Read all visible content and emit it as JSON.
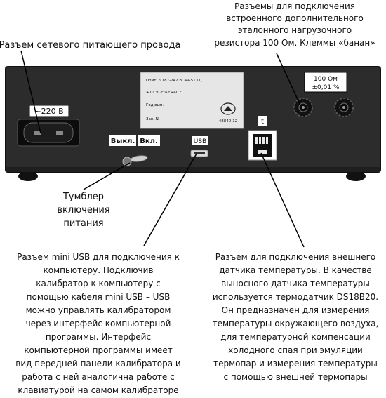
{
  "callouts": {
    "power_cable": "Разъем сетевого питающего провода",
    "reference_resistor": [
      "Разъемы для подключения",
      "встроенного дополнительного",
      "эталонного нагрузочного",
      "резистора 100 Ом. Клеммы «банан»"
    ],
    "toggle_switch": [
      "Тумблер",
      "включения",
      "питания"
    ],
    "mini_usb": [
      "Разъем mini USB для подключения к",
      "компьютеру. Подключив",
      "калибратор к компьютеру с",
      "помощью кабеля mini USB – USB",
      "можно управлять калибратором",
      "через интерфейс компьютерной",
      "программы. Интерфейс",
      "компьютерной программы имеет",
      "вид передней панели калибратора и",
      "работа с ней аналогична работе с",
      "клавиатурой на самом калибраторе"
    ],
    "temp_sensor": [
      "Разъем для подключения внешнего",
      "датчика температуры. В качестве",
      "выносного датчика температуры",
      "используется термодатчик DS18B20.",
      "Он предназначен для измерения",
      "температуры окружающего воздуха,",
      "для температурной компенсации",
      "холодного спая при эмуляции",
      "термопар и измерения температуры",
      "с помощью внешней термопары"
    ]
  },
  "panel": {
    "power_label": "~220 В",
    "switch_off": "Выкл.",
    "switch_on": "Вкл.",
    "usb_label": "USB",
    "t_label": "t",
    "resistor_label": [
      "100 Ом",
      "±0,01 %"
    ],
    "plate": {
      "supply": "Uпит: ~187-242 В, 49-51 Гц",
      "temperature": "+10 °C<ta<+40 °C",
      "year": "Год вып.___________",
      "serial": "Зав. №_______________",
      "cert": "48840-12"
    }
  },
  "colors": {
    "panel": "#2c2c2c",
    "panel_edge": "#1a1a1a",
    "label_bg": "#ffffff",
    "plate_bg": "#e6e6e6",
    "text": "#111111"
  }
}
